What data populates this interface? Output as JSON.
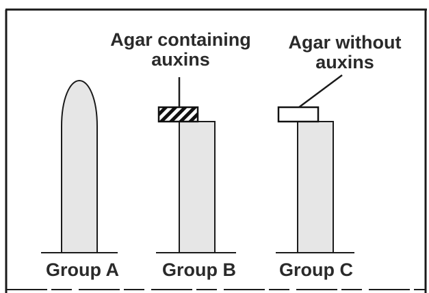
{
  "labels": {
    "agar_with": [
      "Agar containing",
      "auxins"
    ],
    "agar_without": [
      "Agar without",
      "auxins"
    ]
  },
  "groups": [
    {
      "name": "Group A"
    },
    {
      "name": "Group B"
    },
    {
      "name": "Group C"
    }
  ],
  "colors": {
    "border": "#1a1a1a",
    "stem_fill": "#e6e6e6",
    "stroke": "#1a1a1a",
    "text": "#2a2a2a"
  }
}
